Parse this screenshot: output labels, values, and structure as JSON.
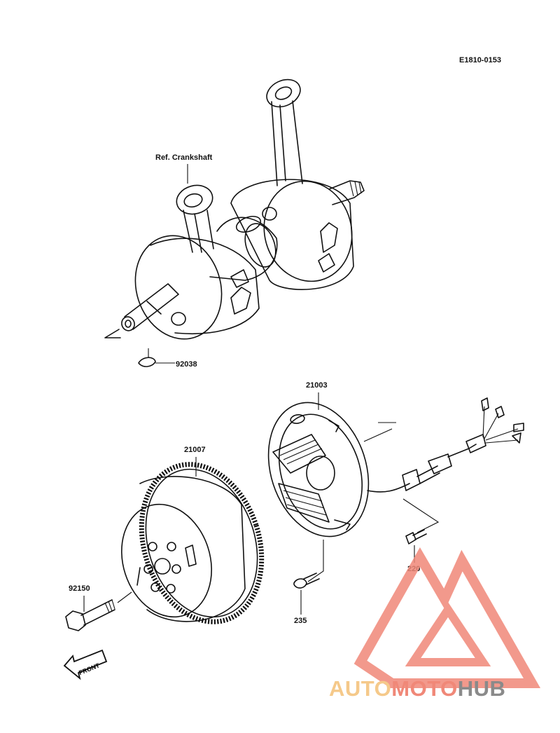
{
  "diagram": {
    "code": "E1810-0153",
    "ref_label": "Ref. Crankshaft",
    "parts": {
      "key": "92038",
      "stator": "21003",
      "flywheel": "21007",
      "flywheel_bolt": "92150",
      "stator_screw_220": "220",
      "stator_screw_235": "235"
    },
    "front_label": "FRONT"
  },
  "watermark": {
    "part1": "AUTO",
    "part2": "MOTO",
    "part3": "HUB",
    "colors": {
      "auto": "#f5c98a",
      "moto": "#f08878",
      "hub": "#8a8a8a",
      "triangle": "#f08878"
    }
  }
}
